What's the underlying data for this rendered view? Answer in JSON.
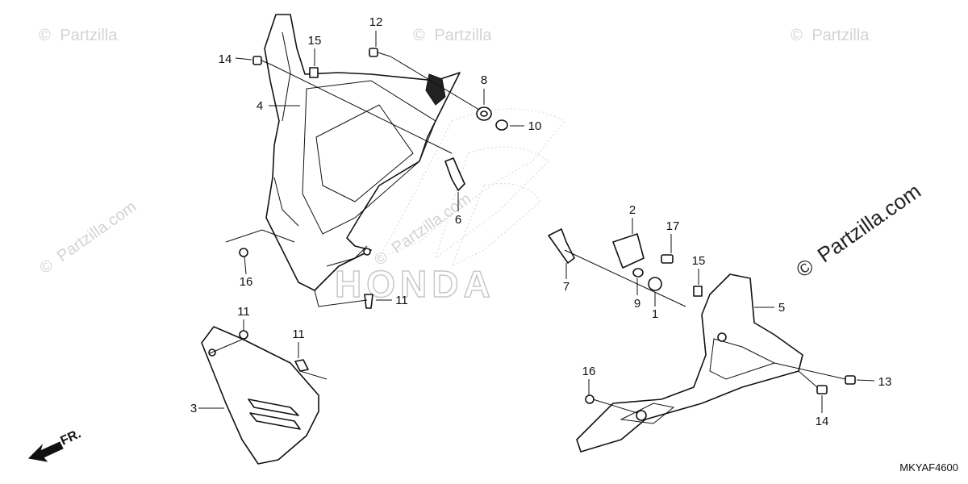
{
  "watermark": {
    "symbol": "©",
    "brand": "Partzilla",
    "brand_url": "Partzilla.com",
    "color": "#d3d3d3",
    "accent": "#222222"
  },
  "background_logo": "HONDA",
  "diagram_code": "MKYAF4600",
  "direction_label": "FR.",
  "callouts": [
    {
      "label": "12"
    },
    {
      "label": "15"
    },
    {
      "label": "14"
    },
    {
      "label": "4"
    },
    {
      "label": "8"
    },
    {
      "label": "10"
    },
    {
      "label": "6"
    },
    {
      "label": "16"
    },
    {
      "label": "11"
    },
    {
      "label": "11"
    },
    {
      "label": "11"
    },
    {
      "label": "3"
    },
    {
      "label": "2"
    },
    {
      "label": "17"
    },
    {
      "label": "7"
    },
    {
      "label": "15"
    },
    {
      "label": "9"
    },
    {
      "label": "1"
    },
    {
      "label": "5"
    },
    {
      "label": "16"
    },
    {
      "label": "13"
    },
    {
      "label": "14"
    }
  ]
}
